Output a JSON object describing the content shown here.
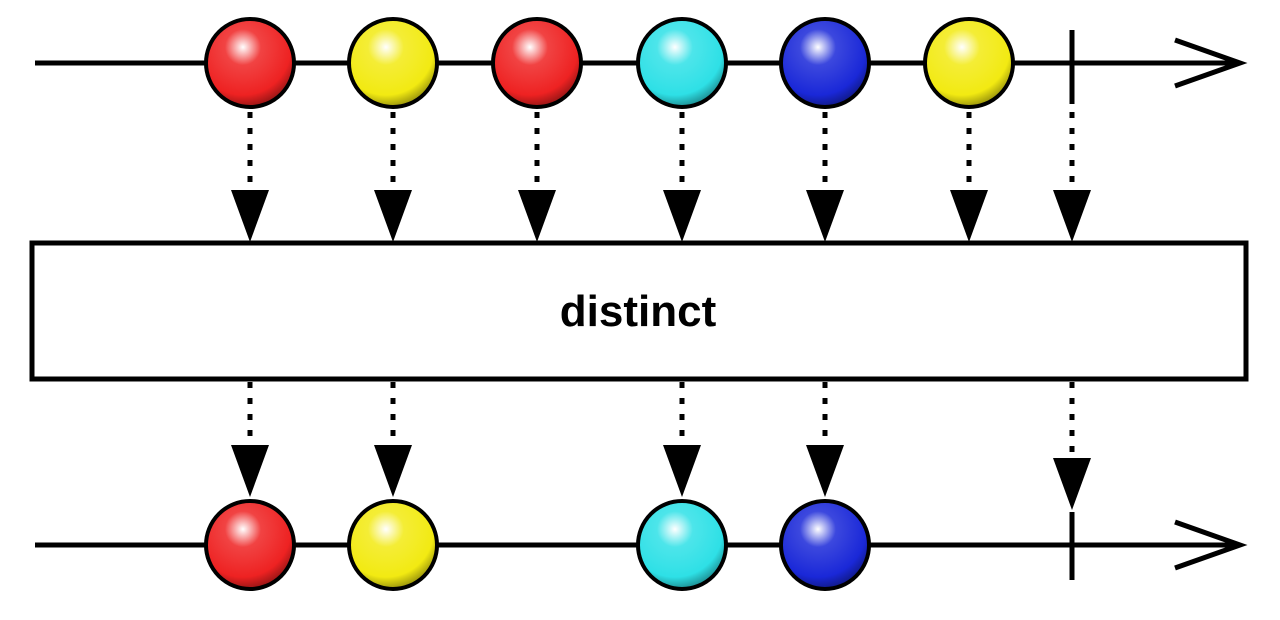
{
  "operator": {
    "label": "distinct"
  },
  "colors": {
    "red": "#ee2222",
    "yellow": "#f2ea12",
    "cyan": "#2ee0e6",
    "blue": "#1a28d8"
  },
  "input_stream": {
    "marbles": [
      {
        "color": "red"
      },
      {
        "color": "yellow"
      },
      {
        "color": "red"
      },
      {
        "color": "cyan"
      },
      {
        "color": "blue"
      },
      {
        "color": "yellow"
      }
    ],
    "completes": true
  },
  "output_stream": {
    "marbles": [
      {
        "color": "red"
      },
      {
        "color": "yellow"
      },
      {
        "color": "cyan"
      },
      {
        "color": "blue"
      }
    ],
    "completes": true
  }
}
